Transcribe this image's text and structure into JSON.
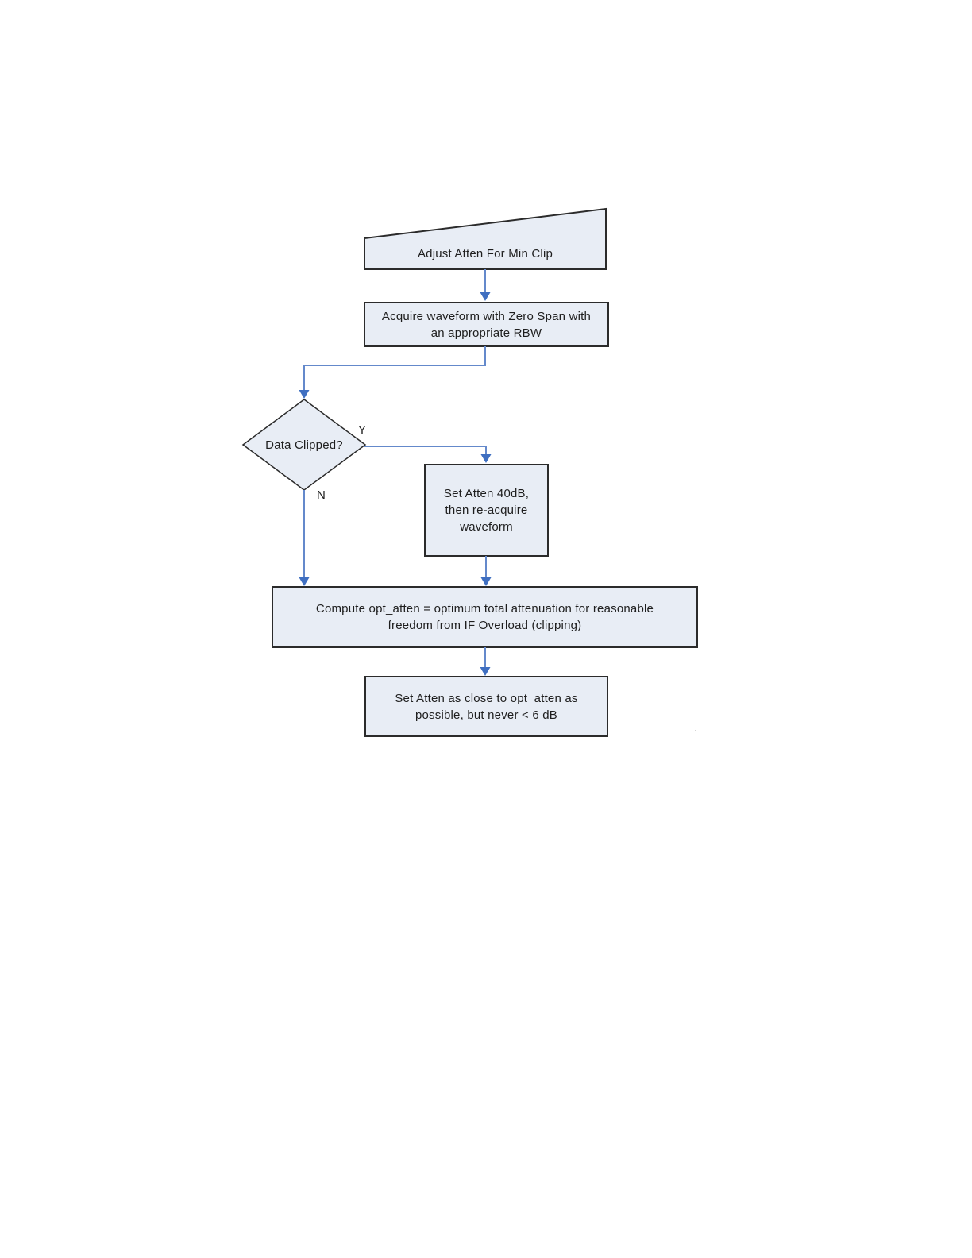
{
  "colors": {
    "background": "#ffffff",
    "node_fill": "#e8edf5",
    "node_border": "#2b2b2b",
    "connector": "#6489cb",
    "arrowhead": "#3f6fc1",
    "text": "#1e1e1e"
  },
  "flowchart": {
    "start": {
      "label": "Adjust Atten For Min Clip"
    },
    "acquire": {
      "label": "Acquire waveform with Zero Span with\nan appropriate RBW"
    },
    "decision": {
      "label": "Data Clipped?",
      "yes_label": "Y",
      "no_label": "N"
    },
    "set_atten_40": {
      "label": "Set Atten 40dB,\nthen re-acquire\nwaveform"
    },
    "compute": {
      "label": "Compute opt_atten = optimum total attenuation for reasonable\nfreedom from IF Overload (clipping)"
    },
    "set_atten_final": {
      "label": "Set Atten as close to opt_atten as\npossible, but never < 6 dB"
    },
    "stray_mark": "."
  }
}
